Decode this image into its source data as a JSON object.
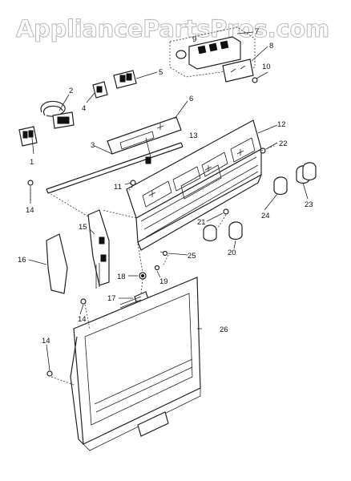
{
  "watermark": "AppliancePartsPros.com",
  "callouts": [
    "1",
    "2",
    "3",
    "4",
    "5",
    "6",
    "7",
    "8",
    "9",
    "10",
    "11",
    "12",
    "13",
    "14",
    "14",
    "14",
    "15",
    "16",
    "17",
    "18",
    "19",
    "20",
    "21",
    "22",
    "23",
    "24",
    "25",
    "26"
  ]
}
